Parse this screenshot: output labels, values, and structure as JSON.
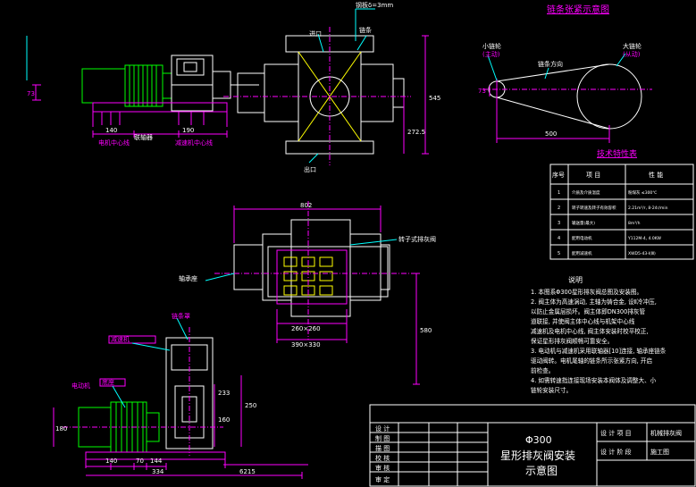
{
  "colors": {
    "background": "#000000",
    "outline": "#ffffff",
    "dimension": "#ff00ff",
    "leader": "#00ffff",
    "motor": "#00ff00",
    "hatch": "#ffff00",
    "frame": "#ff00ff"
  },
  "top_view": {
    "dim_left_vertical": "73",
    "dim_140": "140",
    "dim_190": "190",
    "dim_width_545": "545",
    "dim_272": "272.5",
    "label_inlet": "进口",
    "label_outlet": "出口",
    "label_chain": "链条",
    "label_plate": "钢板δ=3mm",
    "label_motor_center": "电机中心线",
    "label_gear_center": "减速机中心线",
    "label_shaft": "联轴器"
  },
  "chain_diagram": {
    "title": "链条张紧示意图",
    "label_small_sprocket": "小链轮",
    "label_small_sprocket_sub": "(主动)",
    "label_large_sprocket": "大链轮",
    "label_large_sprocket_sub": "(从动)",
    "label_chain": "链条方向",
    "dim_center": "500",
    "dim_left": "73"
  },
  "tech_table": {
    "title": "技术特性表",
    "headers": [
      "序号",
      "项 目",
      "性 能"
    ],
    "rows": [
      [
        "1",
        "介质及介质温度",
        "粉煤灰 ≤300℃"
      ],
      [
        "2",
        "转子转速及转子有效容积",
        "2.21m³/r, 8-24r/min"
      ],
      [
        "3",
        "输送量(最大)",
        "8m³/h"
      ],
      [
        "4",
        "配用电动机",
        "Y112M-4, 4.0KW"
      ],
      [
        "5",
        "配用减速机",
        "XWD5-43-Ⅰ(Ⅲ)"
      ]
    ]
  },
  "front_view": {
    "dim_top": "802",
    "dim_260": "260×260",
    "dim_390": "390×330",
    "dim_580": "580",
    "label_rotor": "转子式排灰阀",
    "label_bearing": "轴承座"
  },
  "side_view": {
    "dim_top": "6215",
    "dim_334": "334",
    "dim_140": "140",
    "dim_70": "70",
    "dim_144": "144",
    "dim_233": "233",
    "dim_250": "250",
    "dim_160": "160",
    "dim_180": "180",
    "label_motor": "电动机",
    "label_gearbox": "减速机",
    "label_chain_side": "链条罩",
    "label_base": "底座"
  },
  "notes": {
    "title": "说明",
    "lines": [
      "1. 本图系Φ300星形排灰阀总图及安装图。",
      "2. 阀主体为高速涡动, 主轴为铸合金, 设Ⅱ冷冲压,",
      "   以防止金属层损坏。阀主体即DN300排灰管",
      "   道联接, 并使阀主体中心线与机架中心线",
      "   减速机及电机中心线, 阀主体安装时校平校正,",
      "   保证星形排灰阀顺畅可靠安全。",
      "3. 电动机与减速机采用联轴器[10]连接, 轴承座链条",
      "   驱动阀转。电机尾轴的链条所示张紧方向, 开启",
      "   前检查。",
      "4. 如需转速指连接现场安装本阀体及调整大、小",
      "   链轮安装尺寸。"
    ]
  },
  "title_block": {
    "left_labels": [
      "设 计",
      "制 图",
      "描 图",
      "校 核",
      "审 核",
      "审 定"
    ],
    "main_title_1": "Φ300",
    "main_title_2": "星形排灰阀安装",
    "main_title_3": "示意图",
    "right_label_1": "设 计 项 目",
    "right_value_1": "机械排灰阀",
    "right_label_2": "设 计 阶 段",
    "right_value_2": "施工图"
  }
}
